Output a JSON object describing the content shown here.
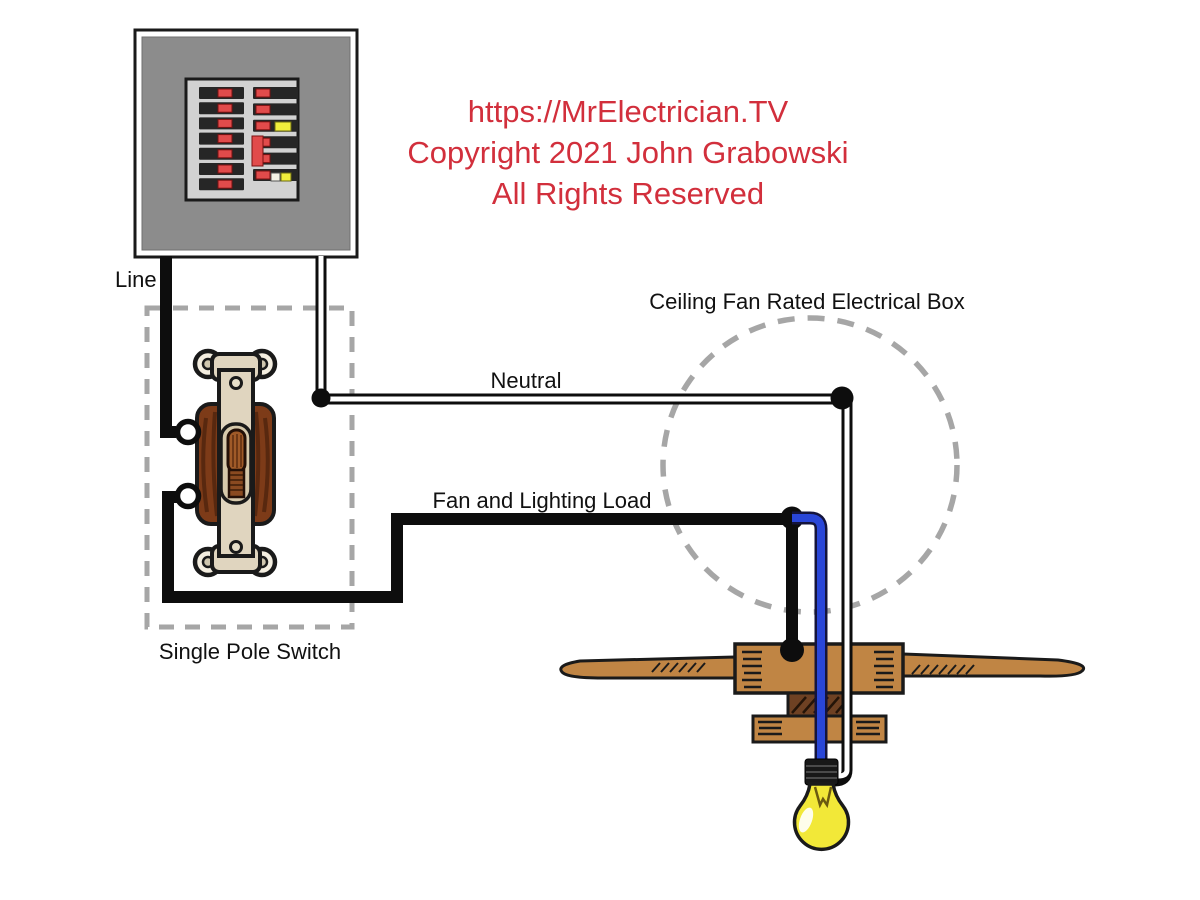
{
  "copyright": {
    "line1": "https://MrElectrician.TV",
    "line2": "Copyright 2021 John Grabowski",
    "line3": "All Rights Reserved"
  },
  "labels": {
    "line": "Line",
    "neutral": "Neutral",
    "load": "Fan and Lighting Load",
    "switch": "Single Pole Switch",
    "ceiling_box": "Ceiling Fan Rated Electrical Box"
  },
  "colors": {
    "copyright_red": "#d22f3c",
    "wire_blue": "#2946d8",
    "wire_blue_outline": "#14143c",
    "fan_brown": "#c08544",
    "dark_mount_brown": "#6e4123",
    "bulb_yellow": "#f2e838",
    "panel_gray": "#8c8c8c",
    "panel_inner_gray": "#d2d2d2",
    "breaker_dark": "#262626",
    "breaker_toggle_red": "#e14b4b",
    "accent_yellow": "#f0ee3c",
    "dashed_gray": "#a6a6a6",
    "switch_beige": "#e0d5bf",
    "switch_body_brown": "#7d3b18",
    "toggle_brown": "#a05a28"
  },
  "panel": {
    "left_breaker_count": 7,
    "right_breaker_count": 6
  }
}
